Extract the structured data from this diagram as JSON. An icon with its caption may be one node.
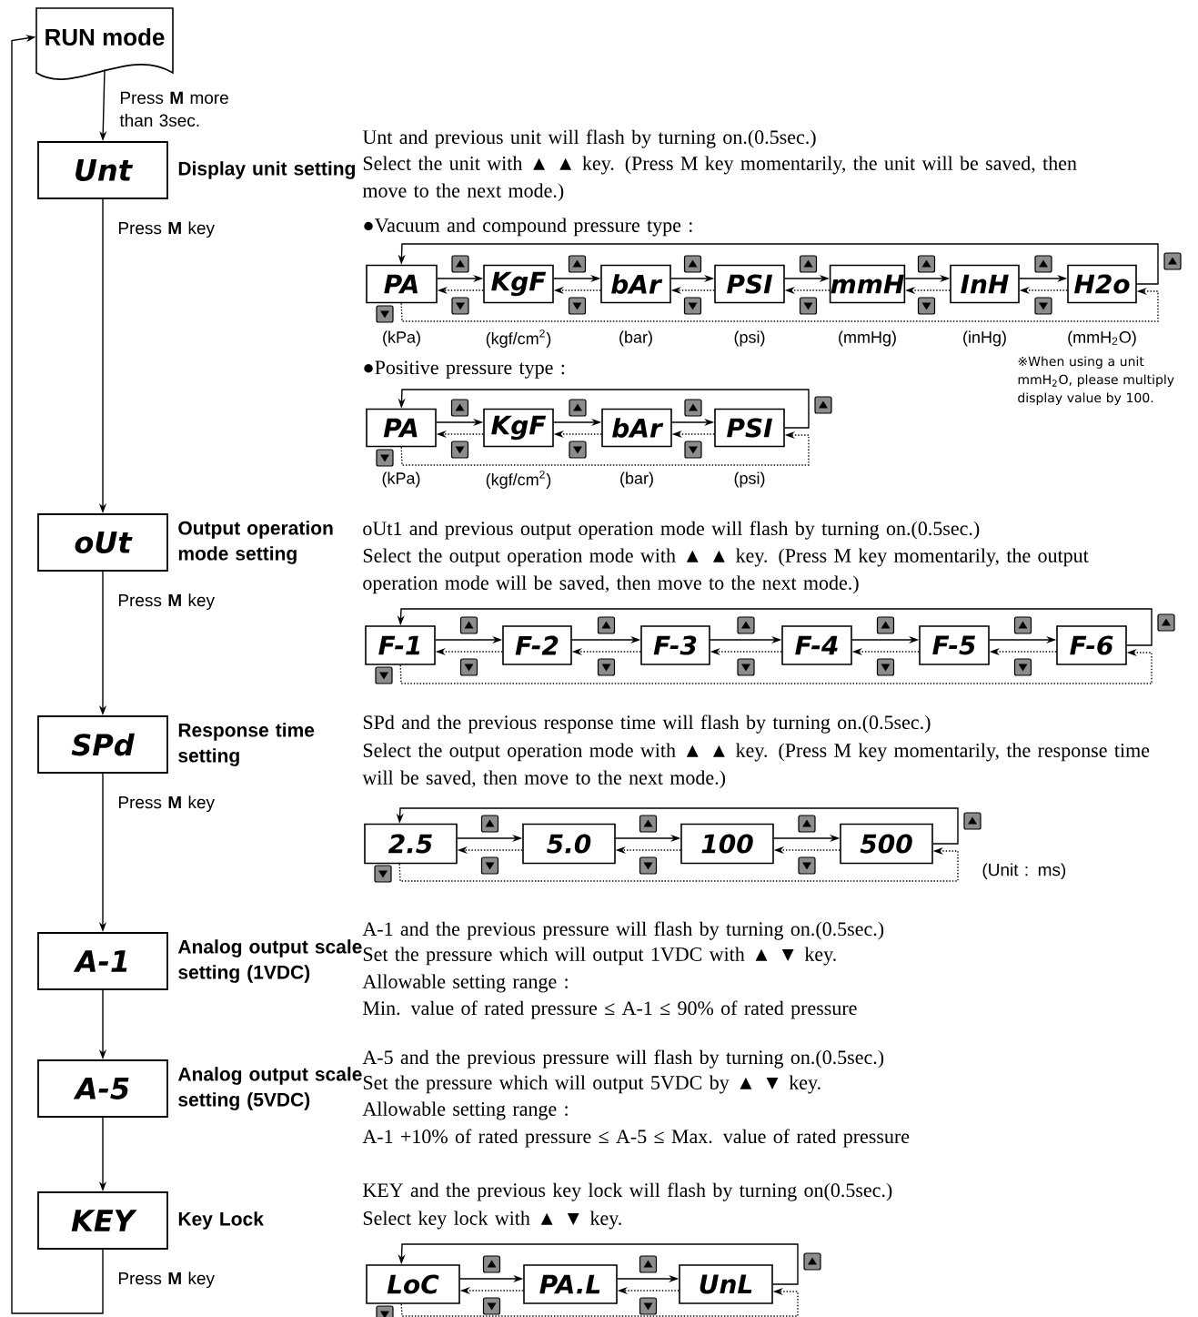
{
  "diagram": {
    "nodes": [
      {
        "text": [
          "RUN mode"
        ]
      },
      {
        "text": [
          "Unt"
        ],
        "beside": [
          "Display unit setting"
        ]
      },
      {
        "text": [
          "oUt"
        ],
        "beside": [
          "Output operation mode setting"
        ]
      },
      {
        "text": [
          "SPd"
        ],
        "beside": [
          "Response time setting"
        ]
      },
      {
        "text": [
          "A-1"
        ],
        "beside": [
          "Analog output scale setting (1VDC)"
        ]
      },
      {
        "text": [
          "A-5"
        ],
        "beside": [
          "Analog output scale setting (5VDC)"
        ]
      },
      {
        "text": [
          "KEY"
        ],
        "beside": [
          "Key Lock"
        ]
      },
      {
        "text": [
          "PA"
        ],
        "beside": [
          "(kPa)"
        ]
      },
      {
        "text": [
          "KgF"
        ],
        "beside": [
          "(kgf/cm$^{2}$)"
        ]
      },
      {
        "text": [
          "bAr"
        ],
        "beside": [
          "(bar)"
        ]
      },
      {
        "text": [
          "PSI"
        ],
        "beside": [
          "(psi)"
        ]
      },
      {
        "text": [
          "mmH"
        ],
        "beside": [
          "(mmHg)"
        ]
      },
      {
        "text": [
          "InH"
        ],
        "beside": [
          "(inHg)"
        ]
      },
      {
        "text": [
          "H2o"
        ],
        "beside": [
          "(mmH$_{2}$O)"
        ]
      },
      {
        "text": [
          "PA"
        ],
        "beside": [
          "(kPa)"
        ]
      },
      {
        "text": [
          "KgF"
        ],
        "beside": [
          "(kgf/cm$^{2}$)"
        ]
      },
      {
        "text": [
          "bAr"
        ],
        "beside": [
          "(bar)"
        ]
      },
      {
        "text": [
          "PSI"
        ],
        "beside": [
          "(psi)"
        ]
      },
      {
        "text": [
          "F-1"
        ]
      },
      {
        "text": [
          "F-2"
        ]
      },
      {
        "text": [
          "F-3"
        ]
      },
      {
        "text": [
          "F-4"
        ]
      },
      {
        "text": [
          "F-5"
        ]
      },
      {
        "text": [
          "F-6"
        ]
      },
      {
        "text": [
          "2.5"
        ]
      },
      {
        "text": [
          "5.0"
        ]
      },
      {
        "text": [
          "100"
        ]
      },
      {
        "text": [
          "500"
        ]
      },
      {
        "text": [
          "LoC"
        ]
      },
      {
        "text": [
          "PA.L"
        ]
      },
      {
        "text": [
          "UnL"
        ]
      }
    ],
    "edges": [
      {
        "from": 0,
        "to": 1,
        "arrow": "to",
        "label": "Press **M** more than 3sec."
      },
      {
        "from": 1,
        "to": 2,
        "arrow": "to",
        "label": "Press **M** key"
      },
      {
        "from": 2,
        "to": 3,
        "arrow": "to",
        "label": "Press **M** key"
      },
      {
        "from": 3,
        "to": 4,
        "arrow": "to",
        "label": "Press **M** key"
      },
      {
        "from": 4,
        "to": 5,
        "arrow": "to"
      },
      {
        "from": 5,
        "to": 6,
        "arrow": "to"
      },
      {
        "from": 6,
        "to": 0,
        "arrow": "to",
        "label": "Press **M** key"
      },
      {
        "from": 7,
        "to": 8,
        "arrow": "to"
      },
      {
        "from": 8,
        "to": 7,
        "arrow": "to",
        "style": "dashed"
      },
      {
        "from": 8,
        "to": 9,
        "arrow": "to"
      },
      {
        "from": 9,
        "to": 8,
        "arrow": "to",
        "style": "dashed"
      },
      {
        "from": 9,
        "to": 10,
        "arrow": "to"
      },
      {
        "from": 10,
        "to": 9,
        "arrow": "to",
        "style": "dashed"
      },
      {
        "from": 10,
        "to": 11,
        "arrow": "to"
      },
      {
        "from": 11,
        "to": 10,
        "arrow": "to",
        "style": "dashed"
      },
      {
        "from": 11,
        "to": 12,
        "arrow": "to"
      },
      {
        "from": 12,
        "to": 11,
        "arrow": "to",
        "style": "dashed"
      },
      {
        "from": 12,
        "to": 13,
        "arrow": "to"
      },
      {
        "from": 13,
        "to": 12,
        "arrow": "to",
        "style": "dashed"
      },
      {
        "from": 13,
        "to": 7,
        "arrow": "to"
      },
      {
        "from": 7,
        "to": 13,
        "arrow": "to",
        "style": "dashed"
      },
      {
        "from": 14,
        "to": 15,
        "arrow": "to"
      },
      {
        "from": 15,
        "to": 14,
        "arrow": "to",
        "style": "dashed"
      },
      {
        "from": 15,
        "to": 16,
        "arrow": "to"
      },
      {
        "from": 16,
        "to": 15,
        "arrow": "to",
        "style": "dashed"
      },
      {
        "from": 16,
        "to": 17,
        "arrow": "to"
      },
      {
        "from": 17,
        "to": 16,
        "arrow": "to",
        "style": "dashed"
      },
      {
        "from": 17,
        "to": 14,
        "arrow": "to"
      },
      {
        "from": 14,
        "to": 17,
        "arrow": "to",
        "style": "dashed"
      },
      {
        "from": 18,
        "to": 19,
        "arrow": "to"
      },
      {
        "from": 19,
        "to": 18,
        "arrow": "to",
        "style": "dashed"
      },
      {
        "from": 19,
        "to": 20,
        "arrow": "to"
      },
      {
        "from": 20,
        "to": 19,
        "arrow": "to",
        "style": "dashed"
      },
      {
        "from": 20,
        "to": 21,
        "arrow": "to"
      },
      {
        "from": 21,
        "to": 20,
        "arrow": "to",
        "style": "dashed"
      },
      {
        "from": 21,
        "to": 22,
        "arrow": "to"
      },
      {
        "from": 22,
        "to": 21,
        "arrow": "to",
        "style": "dashed"
      },
      {
        "from": 22,
        "to": 23,
        "arrow": "to"
      },
      {
        "from": 23,
        "to": 22,
        "arrow": "to",
        "style": "dashed"
      },
      {
        "from": 23,
        "to": 18,
        "arrow": "to"
      },
      {
        "from": 18,
        "to": 23,
        "arrow": "to",
        "style": "dashed"
      },
      {
        "from": 24,
        "to": 25,
        "arrow": "to"
      },
      {
        "from": 25,
        "to": 24,
        "arrow": "to",
        "style": "dashed"
      },
      {
        "from": 25,
        "to": 26,
        "arrow": "to"
      },
      {
        "from": 26,
        "to": 25,
        "arrow": "to",
        "style": "dashed"
      },
      {
        "from": 26,
        "to": 27,
        "arrow": "to"
      },
      {
        "from": 27,
        "to": 26,
        "arrow": "to",
        "style": "dashed"
      },
      {
        "from": 27,
        "to": 24,
        "arrow": "to"
      },
      {
        "from": 24,
        "to": 27,
        "arrow": "to",
        "style": "dashed"
      },
      {
        "from": 28,
        "to": 29,
        "arrow": "to"
      },
      {
        "from": 29,
        "to": 28,
        "arrow": "to",
        "style": "dashed"
      },
      {
        "from": 29,
        "to": 30,
        "arrow": "to"
      },
      {
        "from": 30,
        "to": 29,
        "arrow": "to",
        "style": "dashed"
      },
      {
        "from": 30,
        "to": 28,
        "arrow": "to"
      },
      {
        "from": 28,
        "to": 30,
        "arrow": "to",
        "style": "dashed"
      }
    ],
    "labels": [
      "Unt and previous unit will flash by turning on.(0.5sec.)",
      "Select the unit with ▲ ▲ key. (Press M key momentarily, the unit will be saved, then move to the next mode.)",
      "●Vacuum and compound pressure type :",
      "※When using a unit mmH$_{2}$O, please multiply display value by 100.",
      "●Positive pressure type :",
      "oUt1 and previous output operation mode will flash by turning on.(0.5sec.)",
      "Select the output operation mode with ▲ ▲ key. (Press M key momentarily, the output operation mode will be saved, then move to the next mode.)",
      "SPd and the previous response time will flash by turning on.(0.5sec.)",
      "Select the output operation mode with ▲ ▲ key. (Press M key momentarily, the response time will be saved, then move to the next mode.)",
      "(Unit : ms)",
      "A-1 and the previous pressure will flash by turning on.(0.5sec.)",
      "Set the pressure which will output 1VDC with ▲ ▼ key.",
      "Allowable setting range :",
      "Min. value of rated pressure ≤ A-1 ≤ 90% of rated pressure",
      "A-5 and the previous pressure will flash by turning on.(0.5sec.)",
      "Set the pressure which will output 5VDC by ▲ ▼ key.",
      "Allowable setting range :",
      "A-1 +10% of rated pressure ≤ A-5 ≤ Max. value of rated pressure",
      "KEY and the previous key lock will flash by turning on(0.5sec.)",
      "Select key lock with ▲ ▼ key."
    ]
  }
}
